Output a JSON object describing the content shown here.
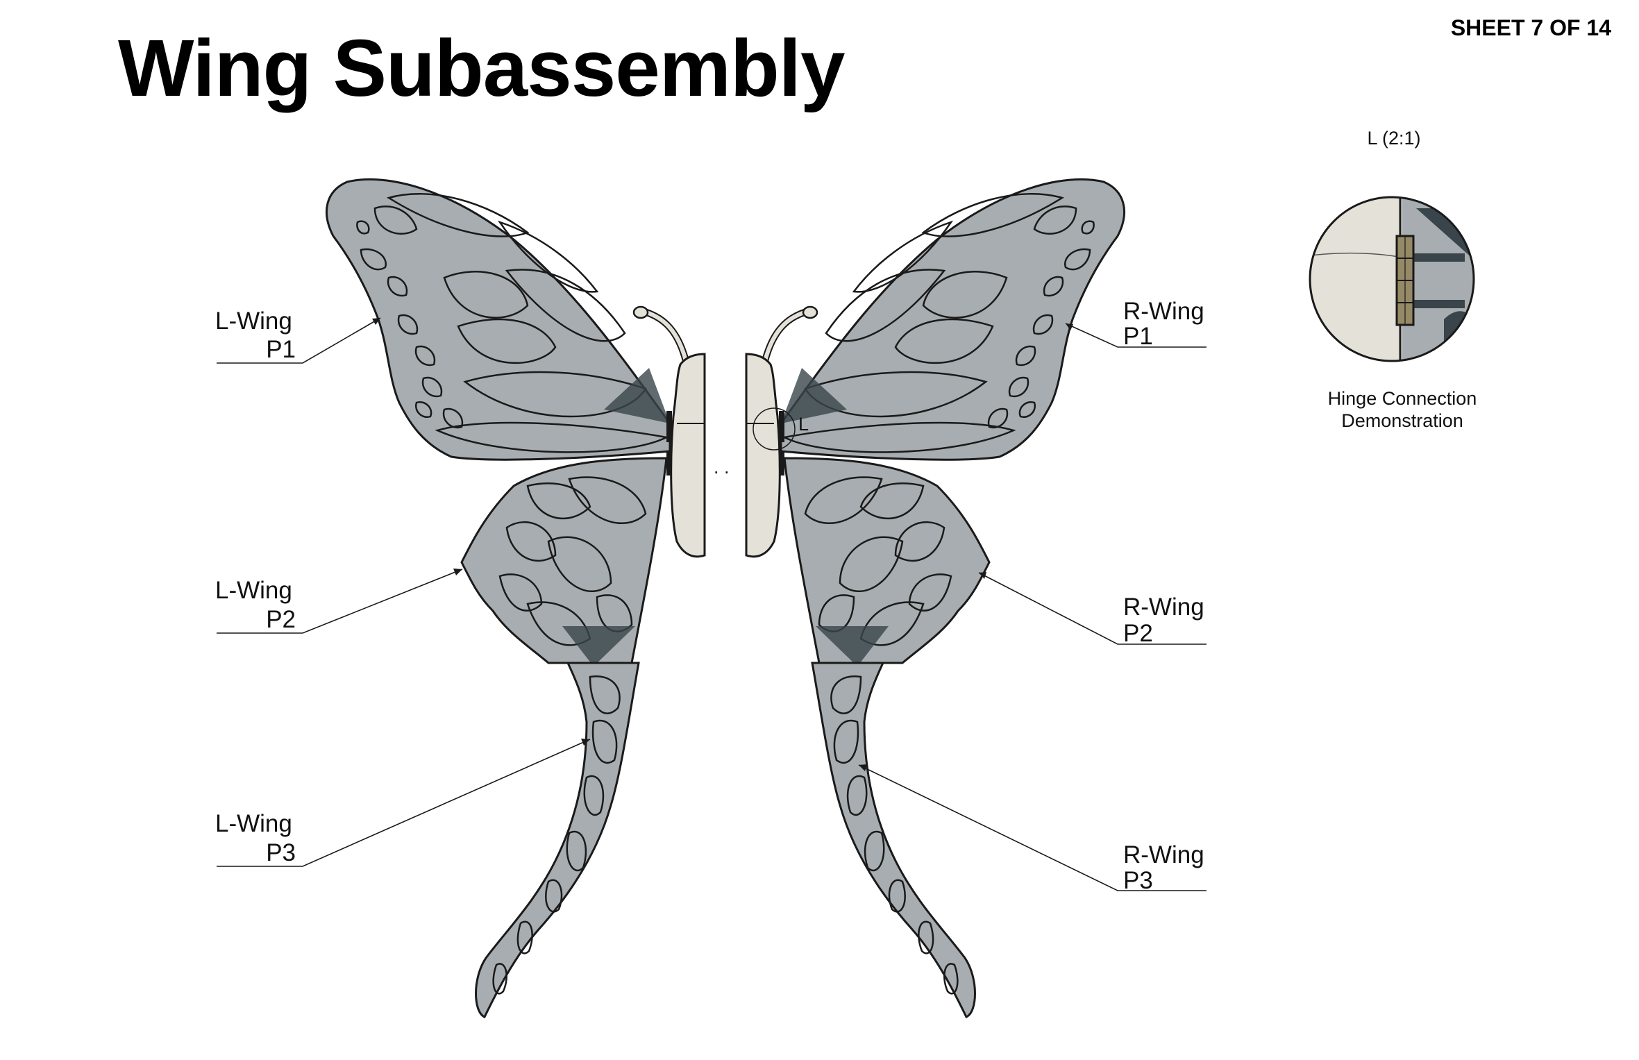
{
  "sheet": {
    "title": "Wing Subassembly",
    "number": "SHEET 7 OF 14"
  },
  "callouts": {
    "l_p1": {
      "line1": "L-Wing",
      "line2": "P1"
    },
    "l_p2": {
      "line1": "L-Wing",
      "line2": "P2"
    },
    "l_p3": {
      "line1": "L-Wing",
      "line2": "P3"
    },
    "r_p1": {
      "line1": "R-Wing",
      "line2": "P1"
    },
    "r_p2": {
      "line1": "R-Wing",
      "line2": "P2"
    },
    "r_p3": {
      "line1": "R-Wing",
      "line2": "P3"
    }
  },
  "detail": {
    "view_label": "L (2:1)",
    "caption_line1": "Hinge Connection",
    "caption_line2": "Demonstration",
    "marker": "L"
  },
  "colors": {
    "wing_fill": "#a7adb0",
    "body_fill": "#e4e2d8",
    "outline": "#1a1a1a",
    "dark_patch": "#39454b"
  }
}
